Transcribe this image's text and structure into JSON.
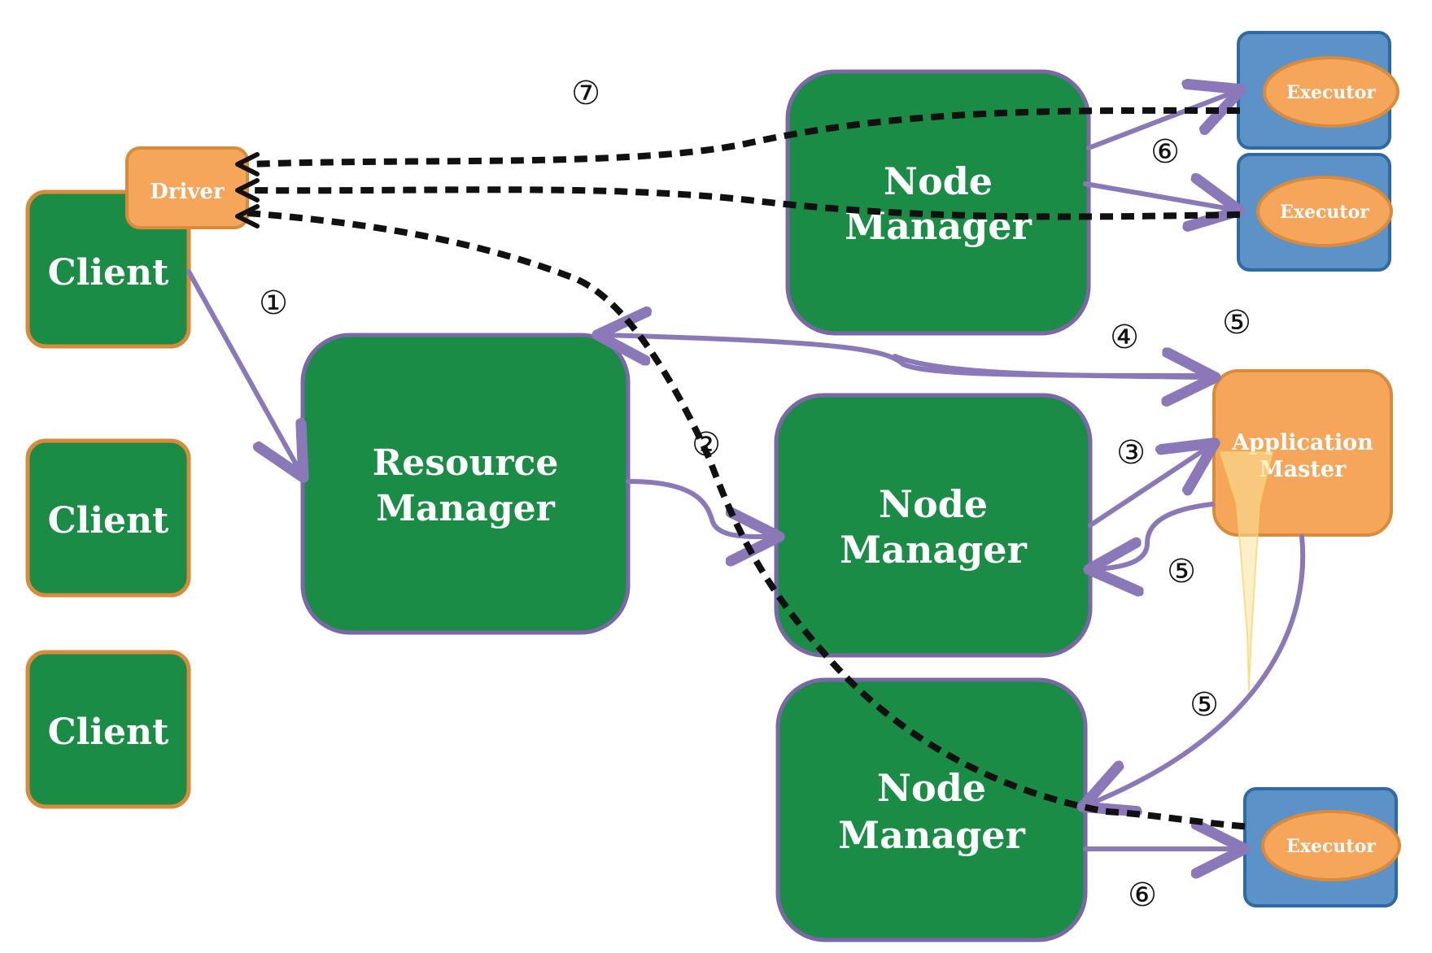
{
  "labels": {
    "driver": "Driver",
    "client": "Client",
    "resource_manager": [
      "Resource",
      "Manager"
    ],
    "node_manager": [
      "Node",
      "Manager"
    ],
    "application_master": [
      "Application",
      "Master"
    ],
    "executor": "Executor"
  },
  "steps": {
    "s1": "①",
    "s2": "②",
    "s3": "③",
    "s4": "④",
    "s5": "⑤",
    "s6": "⑥",
    "s7": "⑦"
  },
  "colors": {
    "green_box": "#1a8c46",
    "green_stroke_orange": "#d98a3a",
    "green_stroke_purple": "#7b67a8",
    "orange_box": "#f5a65b",
    "blue_box": "#5b93c8",
    "arrow_purple": "#8b78b8",
    "dotted_black": "#111111"
  }
}
